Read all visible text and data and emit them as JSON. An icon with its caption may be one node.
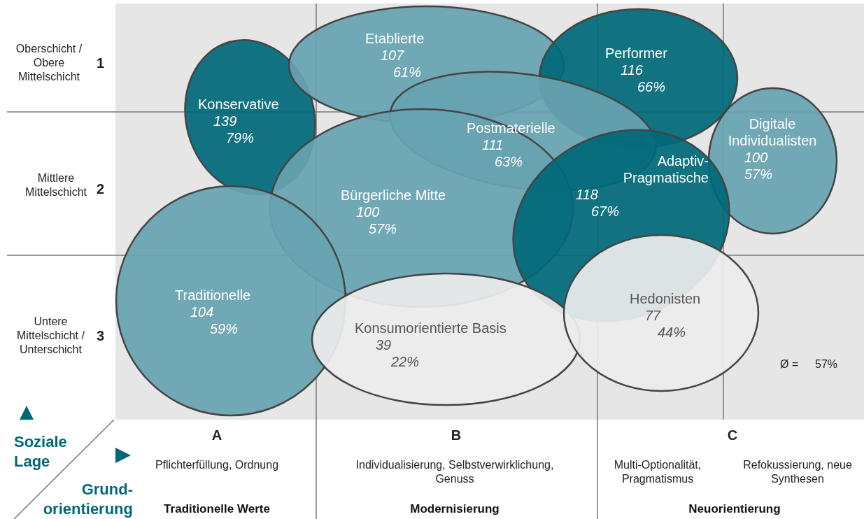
{
  "diagram": {
    "nodes": [
      {
        "text": [
          "Konservative",
          "139",
          "79%"
        ]
      },
      {
        "text": [
          "Etablierte",
          "107",
          "61%"
        ]
      },
      {
        "text": [
          "Performer",
          "116",
          "66%"
        ]
      },
      {
        "text": [
          "Postmaterielle",
          "111",
          "63%"
        ]
      },
      {
        "text": [
          "Digitale Individualisten",
          "100",
          "57%"
        ]
      },
      {
        "text": [
          "Bürgerliche Mitte",
          "100",
          "57%"
        ]
      },
      {
        "text": [
          "Adaptiv-Pragmatische",
          "118",
          "67%"
        ]
      },
      {
        "text": [
          "Traditionelle",
          "104",
          "59%"
        ]
      },
      {
        "text": [
          "Konsumorientierte Basis",
          "39",
          "22%"
        ]
      },
      {
        "text": [
          "Hedonisten",
          "77",
          "44%"
        ]
      }
    ],
    "labels": [
      "Oberschicht / Obere Mittelschicht",
      "1",
      "Mittlere Mittelschicht",
      "2",
      "Untere Mittelschicht / Unterschicht",
      "3",
      "Ø =",
      "57%",
      "Soziale Lage",
      "A",
      "B",
      "C",
      "Pflichterfüllung, Ordnung",
      "Individualisierung, Selbstverwirklichung, Genuss",
      "Multi-Optionalität, Pragmatismus",
      "Refokussierung, neue Synthesen",
      "Grund-orientierung",
      "Traditionelle Werte",
      "Modernisierung",
      "Neuorientierung"
    ]
  }
}
